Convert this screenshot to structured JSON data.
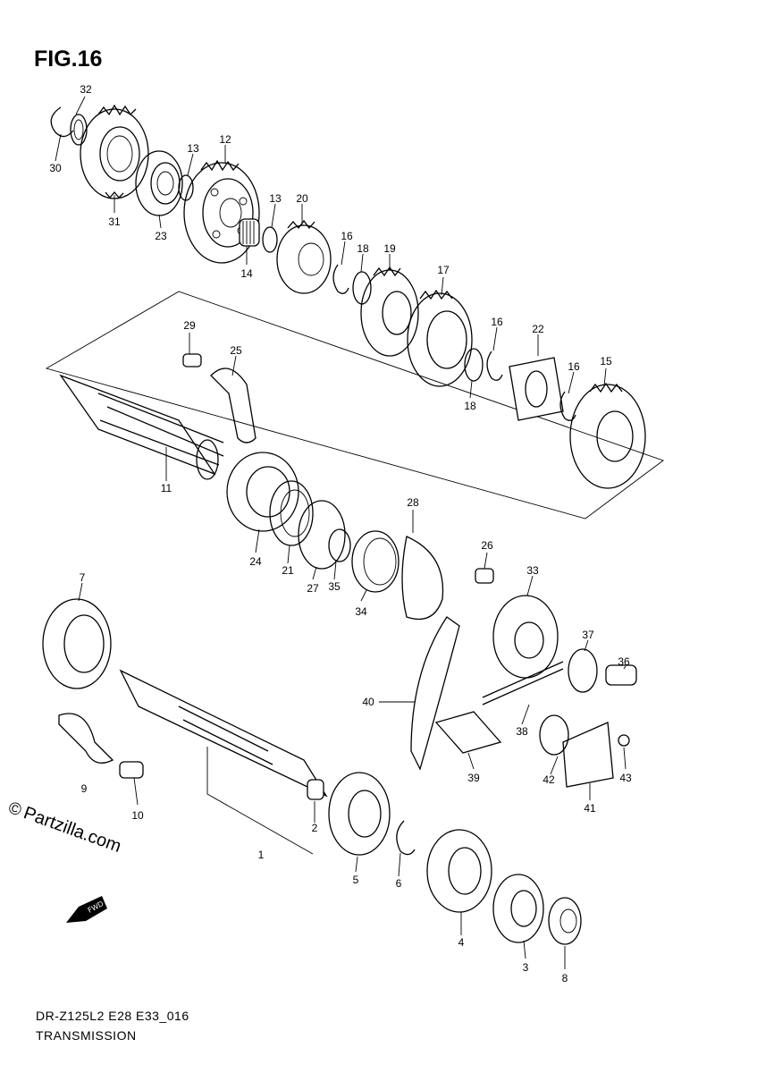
{
  "header": {
    "figure": "FIG.16"
  },
  "footer": {
    "model": "DR-Z125L2 E28 E33_016",
    "section": "TRANSMISSION"
  },
  "watermark": {
    "text": "Partzilla.com",
    "symbol": "©"
  },
  "fwd_arrow": {
    "text": "FWD"
  },
  "callouts": [
    {
      "id": "c1",
      "label": "1"
    },
    {
      "id": "c2",
      "label": "2"
    },
    {
      "id": "c3",
      "label": "3"
    },
    {
      "id": "c4",
      "label": "4"
    },
    {
      "id": "c5",
      "label": "5"
    },
    {
      "id": "c6",
      "label": "6"
    },
    {
      "id": "c7",
      "label": "7"
    },
    {
      "id": "c8",
      "label": "8"
    },
    {
      "id": "c9",
      "label": "9"
    },
    {
      "id": "c10",
      "label": "10"
    },
    {
      "id": "c11",
      "label": "11"
    },
    {
      "id": "c12",
      "label": "12"
    },
    {
      "id": "c13a",
      "label": "13"
    },
    {
      "id": "c13b",
      "label": "13"
    },
    {
      "id": "c14",
      "label": "14"
    },
    {
      "id": "c15",
      "label": "15"
    },
    {
      "id": "c16a",
      "label": "16"
    },
    {
      "id": "c16b",
      "label": "16"
    },
    {
      "id": "c16c",
      "label": "16"
    },
    {
      "id": "c17",
      "label": "17"
    },
    {
      "id": "c18a",
      "label": "18"
    },
    {
      "id": "c18b",
      "label": "18"
    },
    {
      "id": "c19",
      "label": "19"
    },
    {
      "id": "c20",
      "label": "20"
    },
    {
      "id": "c21",
      "label": "21"
    },
    {
      "id": "c22",
      "label": "22"
    },
    {
      "id": "c23",
      "label": "23"
    },
    {
      "id": "c24",
      "label": "24"
    },
    {
      "id": "c25",
      "label": "25"
    },
    {
      "id": "c26",
      "label": "26"
    },
    {
      "id": "c27",
      "label": "27"
    },
    {
      "id": "c28",
      "label": "28"
    },
    {
      "id": "c29",
      "label": "29"
    },
    {
      "id": "c30",
      "label": "30"
    },
    {
      "id": "c31",
      "label": "31"
    },
    {
      "id": "c32",
      "label": "32"
    },
    {
      "id": "c33",
      "label": "33"
    },
    {
      "id": "c34",
      "label": "34"
    },
    {
      "id": "c35",
      "label": "35"
    },
    {
      "id": "c36",
      "label": "36"
    },
    {
      "id": "c37",
      "label": "37"
    },
    {
      "id": "c38",
      "label": "38"
    },
    {
      "id": "c39",
      "label": "39"
    },
    {
      "id": "c40",
      "label": "40"
    },
    {
      "id": "c41",
      "label": "41"
    },
    {
      "id": "c42",
      "label": "42"
    },
    {
      "id": "c43",
      "label": "43"
    }
  ]
}
